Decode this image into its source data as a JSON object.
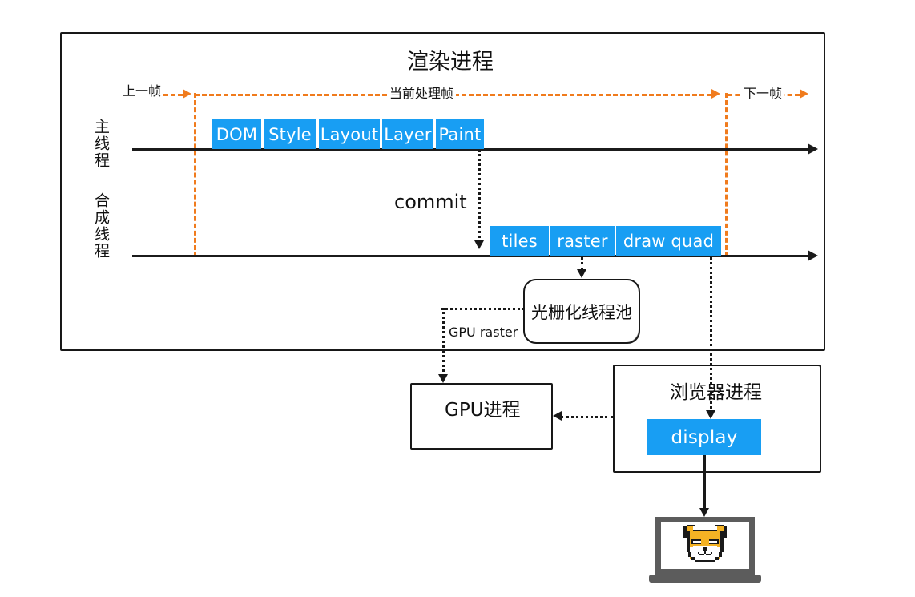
{
  "diagram": {
    "title": "渲染进程",
    "frame_markers": {
      "previous_frame": "上一帧",
      "current_frame": "当前处理帧",
      "next_frame": "下一帧"
    },
    "lanes": [
      {
        "id": "main-thread",
        "label": "主线程"
      },
      {
        "id": "compositor-thread",
        "label": "合成线程"
      }
    ],
    "main_thread_steps": [
      {
        "label": "DOM"
      },
      {
        "label": "Style"
      },
      {
        "label": "Layout"
      },
      {
        "label": "Layer"
      },
      {
        "label": "Paint"
      }
    ],
    "compositor_steps": [
      {
        "label": "tiles"
      },
      {
        "label": "raster"
      },
      {
        "label": "draw quad"
      }
    ],
    "commit_label": "commit",
    "raster_pool_label": "光栅化线程池",
    "gpu_raster_label": "GPU raster",
    "gpu_process_label": "GPU进程",
    "browser_process_label": "浏览器进程",
    "display_label": "display",
    "device_icon": "laptop-with-shiba-pixel-art",
    "colors": {
      "accent_blue": "#189ef3",
      "frame_orange": "#F07B1D",
      "ink": "#1a1a1a",
      "device_gray": "#5c5c5c",
      "shiba_orange": "#f5b324"
    }
  }
}
